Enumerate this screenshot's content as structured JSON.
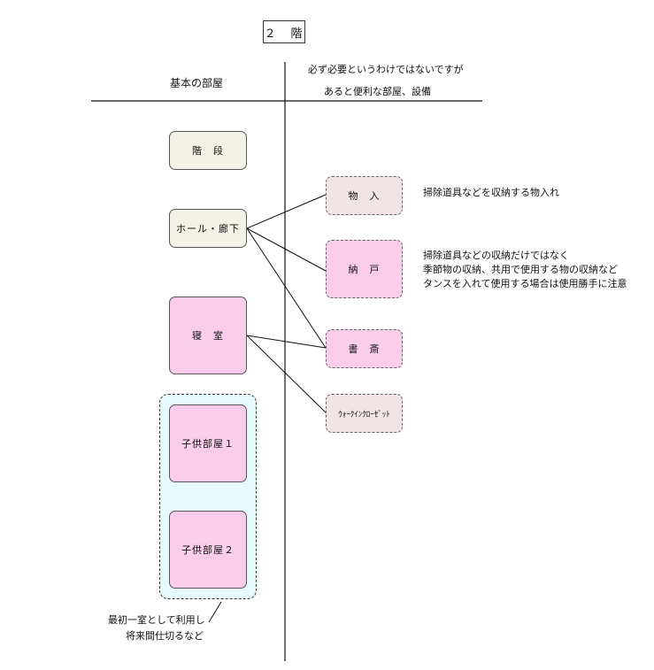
{
  "title": "２　階",
  "headers": {
    "left": "基本の部屋",
    "right_line1": "必ず必要というわけではないですが",
    "right_line2": "あると便利な部屋、設備"
  },
  "basic_rooms": {
    "stairs": "階　段",
    "hall": "ホール・廊下",
    "bedroom": "寝　室",
    "child1": "子供部屋１",
    "child2": "子供部屋２"
  },
  "optional_rooms": {
    "storage": "物　入",
    "closet": "納　戸",
    "study": "書　斎",
    "walkin": "ｳｫｰｸｲﾝｸﾛｰｾﾞｯﾄ"
  },
  "notes": {
    "storage": "掃除道具などを収納する物入れ",
    "closet_1": "掃除道具などの収納だけではなく",
    "closet_2": "季節物の収納、共用で使用する物の収納など",
    "closet_3": "タンスを入れて使用する場合は使用勝手に注意",
    "kids_1": "最初一室として利用し",
    "kids_2": "将来間仕切るなど"
  },
  "colors": {
    "basic_fill": "#f4f2e4",
    "pink_fill": "#fbcdeb",
    "optional_fill": "#f2e4e4",
    "group_fill": "#e6fafc"
  }
}
